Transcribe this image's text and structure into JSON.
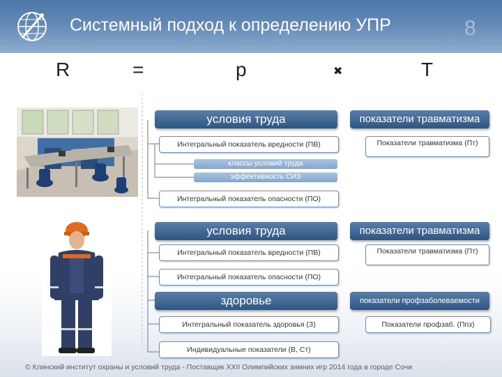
{
  "header": {
    "title": "Системный подход к определению УПР",
    "slide_number": "8",
    "logo_icon": "institute-globe-logo-icon"
  },
  "formula": {
    "r": "R",
    "equals": "=",
    "p": "p",
    "times": "✖",
    "t": "T"
  },
  "section1": {
    "conditions": "условия труда",
    "harm_index": "Интегральный показатель вредности (ПВ)",
    "classes": "классы условий труда",
    "ppe_efficiency": "эффективность СИЗ",
    "danger_index": "Интегральный показатель опасности (ПО)",
    "injury_indicators": "показатели травматизма",
    "injury_value": "Показатели травматизма (Пт)"
  },
  "section2": {
    "conditions": "условия труда",
    "harm_index": "Интегральный показатель вредности (ПВ)",
    "danger_index": "Интегральный показатель опасности (ПО)",
    "health": "здоровье",
    "health_index": "Интегральный показатель здоровья (З)",
    "individual": "Индивидуальные показатели (В, Ст)",
    "injury_indicators": "показатели травматизма",
    "injury_value": "Показатели травматизма (Пт)",
    "occupational": "показатели профзаболеваемости",
    "occupational_value": "Показатели профзаб. (Ппз)"
  },
  "footer": {
    "text": "© Клинский институт охраны и условий труда - Поставщик XXII Олимпийских зимних игр 2014 года в городе Сочи"
  },
  "colors": {
    "header": "#5b82b0",
    "box": "#3a6191",
    "box_pale": "#93b2d5"
  }
}
